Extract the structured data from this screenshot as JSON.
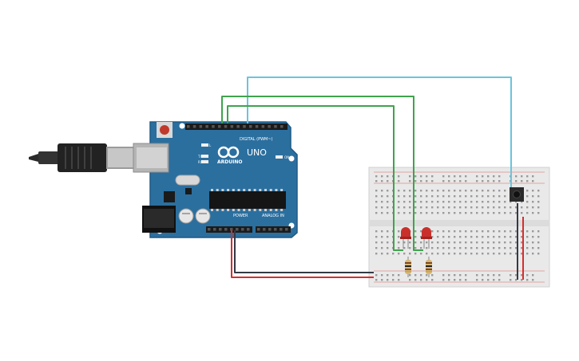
{
  "arduino": {
    "model_label": "UNO",
    "brand_label": "ARDUINO",
    "digital_header_label": "DIGITAL (PWM~)",
    "power_header_label": "POWER",
    "analog_header_label": "ANALOG IN",
    "on_label": "ON",
    "tx_label": "TX",
    "rx_label": "RX",
    "l_label": "L"
  },
  "components": {
    "usb_cable": "usb-cable",
    "led_count": 2,
    "resistor_count": 2,
    "pushbutton_count": 1
  },
  "colors": {
    "board": "#2b6f9f",
    "board_dark": "#1f5a85",
    "wire_green": "#3fa34d",
    "wire_cyan": "#6cc4dc",
    "wire_red": "#d62e2e",
    "wire_black": "#333a45",
    "led_red": "#c9302c",
    "breadboard": "#e9e9e9"
  }
}
